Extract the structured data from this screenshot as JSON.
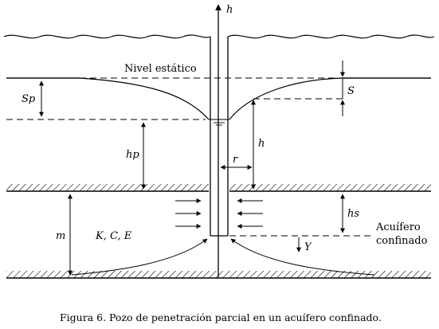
{
  "diagram": {
    "axis_label": "h",
    "static_level_label": "Nivel estático",
    "sp_label": "Sp",
    "s_label": "S",
    "hp_label": "hp",
    "h_label": "h",
    "r_label": "r",
    "hs_label": "hs",
    "m_label": "m",
    "kce_label": "K, C, E",
    "y_label": "Y",
    "aquifer_label_line1": "Acuífero",
    "aquifer_label_line2": "confinado",
    "caption": "Figura 6. Pozo de penetración parcial en un acuífero confinado."
  }
}
